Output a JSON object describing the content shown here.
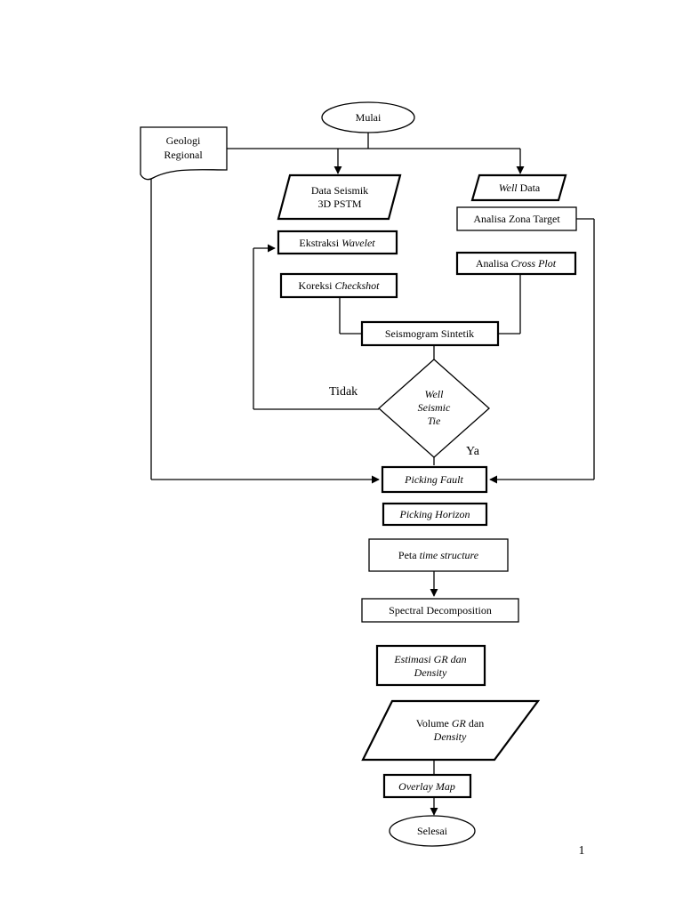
{
  "flow": {
    "start": "Mulai",
    "geologi": {
      "line1": "Geologi",
      "line2": "Regional"
    },
    "data_seismik": {
      "line1": "Data Seismik",
      "line2": "3D PSTM"
    },
    "well_data": {
      "italic": "Well",
      "rest": " Data"
    },
    "analisa_zona": "Analisa Zona Target",
    "analisa_cross": {
      "plain": "Analisa ",
      "italic": "Cross Plot"
    },
    "ekstraksi": {
      "plain": "Ekstraksi ",
      "italic": "Wavelet"
    },
    "koreksi": {
      "plain": "Koreksi ",
      "italic": "Checkshot"
    },
    "seismogram": "Seismogram Sintetik",
    "decision": {
      "line1": "Well",
      "line2": "Seismic",
      "line3": "Tie"
    },
    "label_no": "Tidak",
    "label_yes": "Ya",
    "picking_fault": "Picking Fault",
    "picking_horizon": "Picking Horizon",
    "peta": {
      "plain": "Peta ",
      "italic": "time structure"
    },
    "spectral": "Spectral Decomposition",
    "estimasi": {
      "line1": "Estimasi GR dan",
      "line2": "Density"
    },
    "volume": {
      "plain1": "Volume ",
      "italic1": "GR",
      "plain2": " dan",
      "line2": "Density"
    },
    "overlay": "Overlay Map",
    "end": "Selesai"
  },
  "page_number": "1"
}
